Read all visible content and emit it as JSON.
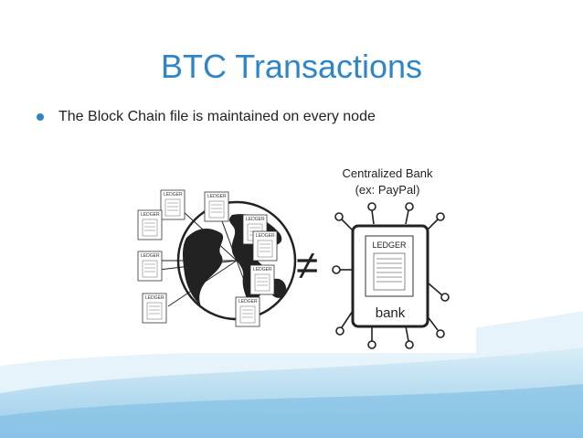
{
  "slide": {
    "title": "BTC Transactions",
    "bullet": "The Block Chain file is maintained on every node"
  },
  "diagram": {
    "bank_heading": "Centralized Bank",
    "bank_example": "(ex: PayPal)",
    "ledger_label": "LEDGER",
    "bank_label": "bank",
    "not_equal": "≠"
  },
  "colors": {
    "title": "#2e86c8",
    "bullet": "#2e86c8",
    "wave": "#9fd0ea"
  }
}
